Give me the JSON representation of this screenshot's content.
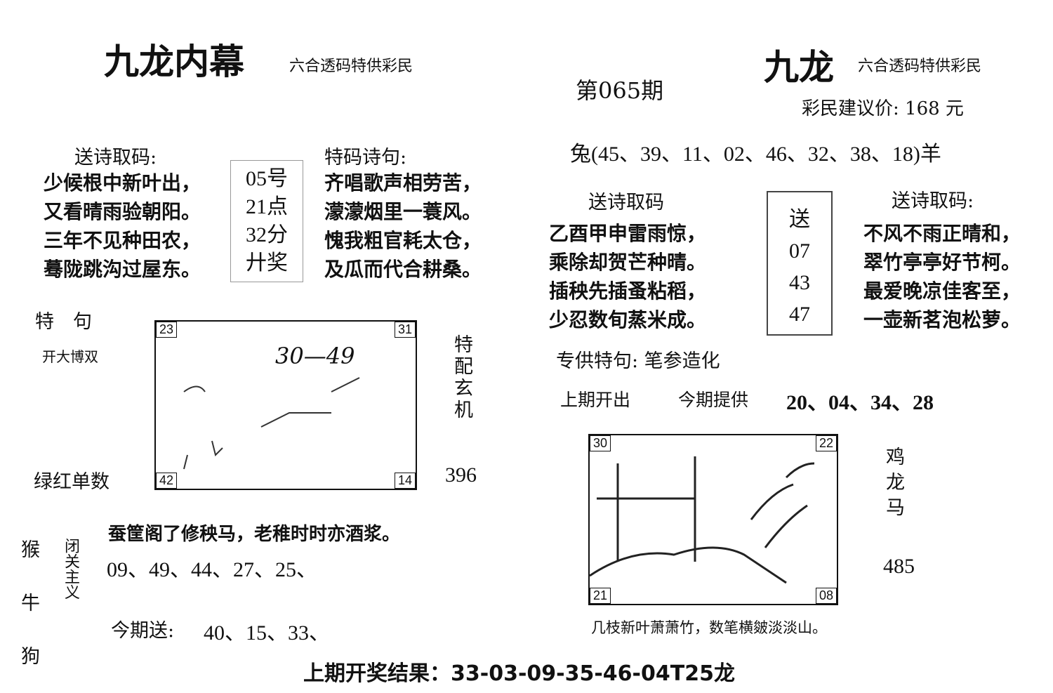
{
  "left": {
    "title": "九龙内幕",
    "subtitle": "六合透码特供彩民",
    "poem1_heading": "送诗取码:",
    "poem1": [
      "少候根中新叶出，",
      "又看晴雨验朝阳。",
      "三年不见种田农，",
      "蓦陇跳沟过屋东。"
    ],
    "center_box": [
      "05号",
      "21点",
      "32分",
      "廾奖"
    ],
    "poem2_heading": "特码诗句:",
    "poem2": [
      "齐唱歌声相劳苦，",
      "濛濛烟里一蓑风。",
      "愧我粗官耗太仓，",
      "及瓜而代合耕桑。"
    ],
    "te_ju": "特　句",
    "kai_da": "开大博双",
    "lv_hong": "绿红单数",
    "sketch_corners": [
      "23",
      "31",
      "42",
      "14"
    ],
    "sketch_text": "30—49",
    "side_vertical": "特配玄机",
    "side_number": "396",
    "animals": [
      "猴",
      "牛",
      "狗"
    ],
    "guan": "闭关主义",
    "verse": "蚕筐阁了修秧马，老稚时时亦酒浆。",
    "numbers": "09、49、44、27、25、",
    "jin_qi_label": "今期送:",
    "jin_qi_numbers": "40、15、33、"
  },
  "issue": "第065期",
  "right": {
    "title": "九龙",
    "subtitle": "六合透码特供彩民",
    "price": "彩民建议价: 168 元",
    "range": "兔(45、39、11、02、46、32、38、18)羊",
    "poem1_heading": "送诗取码",
    "poem1": [
      "乙酉甲申雷雨惊，",
      "乘除却贺芒种晴。",
      "插秧先插蚤粘稻，",
      "少忍数旬蒸米成。"
    ],
    "center_box": [
      "送",
      "07",
      "43",
      "47"
    ],
    "poem2_heading": "送诗取码:",
    "poem2": [
      "不风不雨正晴和，",
      "翠竹亭亭好节柯。",
      "最爱晚凉佳客至，",
      "一壶新茗泡松萝。"
    ],
    "special": "专供特句: 笔参造化",
    "last_label": "上期开出",
    "this_label": "今期提供",
    "this_numbers": "20、04、34、28",
    "sketch_corners": [
      "30",
      "22",
      "21",
      "08"
    ],
    "side_animals": [
      "鸡",
      "龙",
      "马"
    ],
    "side_number": "485",
    "caption": "几枝新叶萧萧竹，数笔横皴淡淡山。"
  },
  "footer": "上期开奖结果：33-03-09-35-46-04T25龙"
}
